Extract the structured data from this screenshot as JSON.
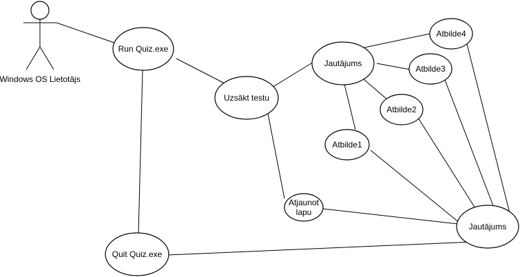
{
  "actor": {
    "label": "Windows OS Lietotājs"
  },
  "nodes": {
    "run_quiz": {
      "label": "Run Quiz.exe"
    },
    "uzsakt_testu": {
      "label": "Uzsākt testu"
    },
    "jautajums_top": {
      "label": "Jautājums"
    },
    "atbilde4": {
      "label": "Atbilde4"
    },
    "atbilde3": {
      "label": "Atbilde3"
    },
    "atbilde2": {
      "label": "Atbilde2"
    },
    "atbilde1": {
      "label": "Atbilde1"
    },
    "atjaunot_lapu": {
      "line1": "Atjaunot",
      "line2": "lapu"
    },
    "jautajums_bottom": {
      "label": "Jautājums"
    },
    "quit_quiz": {
      "label": "Quit Quiz.exe"
    }
  },
  "colors": {
    "stroke": "#000000",
    "fill": "#ffffff"
  }
}
